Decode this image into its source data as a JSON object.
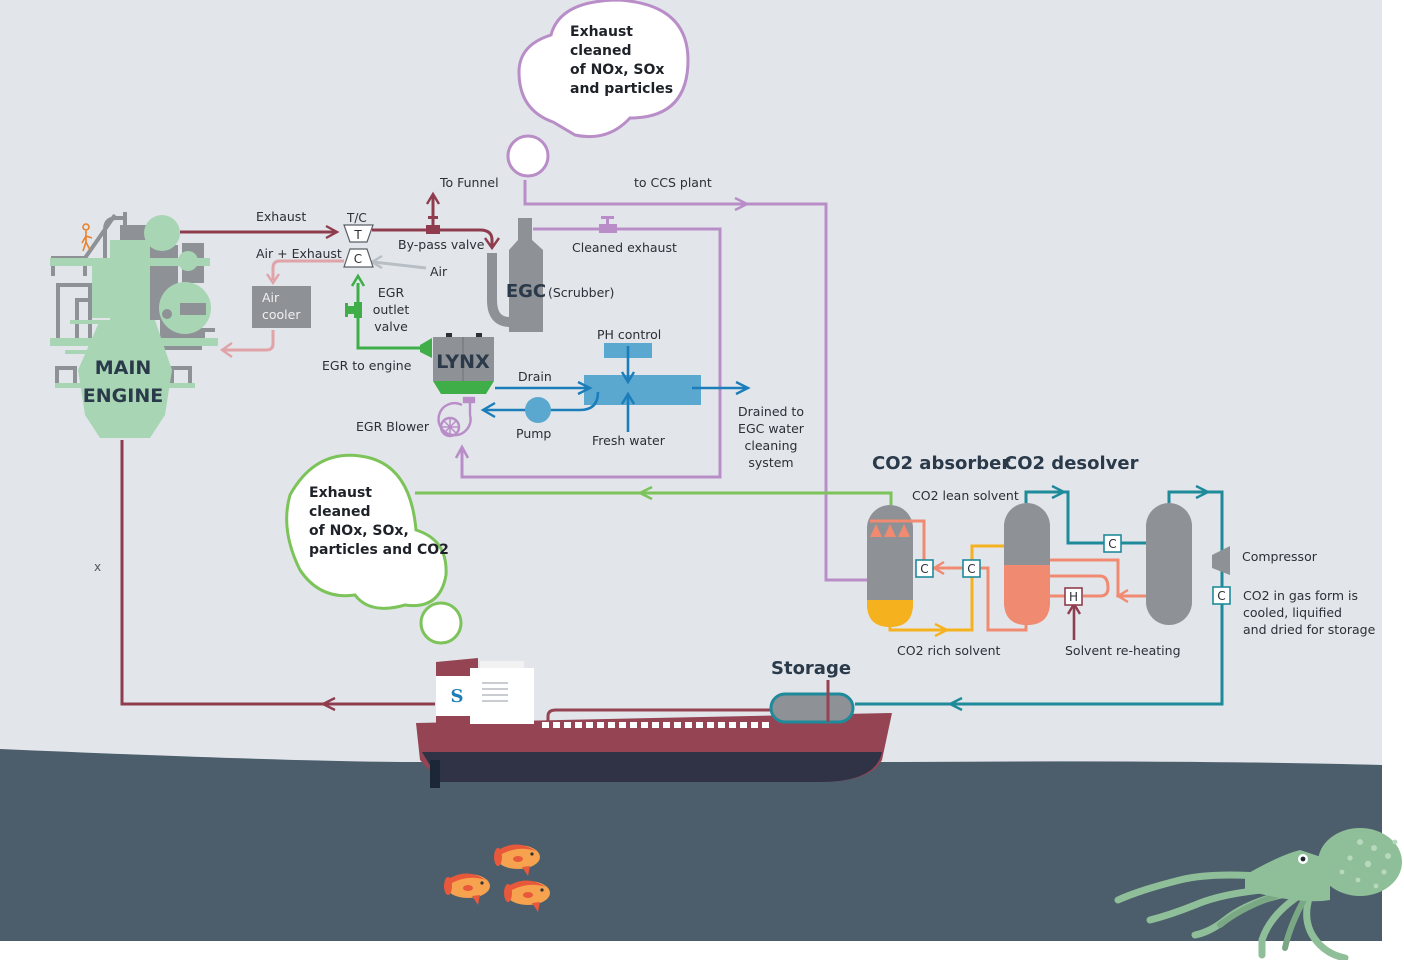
{
  "colors": {
    "background": "#e2e6eb",
    "sea": "#4c5d6c",
    "exhaust": "#8f3d4e",
    "air_exhaust": "#e0a3a8",
    "air": "#b7bec4",
    "egr": "#3fae49",
    "cleaned": "#b98dc7",
    "water": "#1b7db9",
    "water_tank": "#5aa8d0",
    "co2_gas": "#1f8a9a",
    "lean_solvent": "#f08a70",
    "rich_solvent": "#f5b21e",
    "equipment": "#8e9196",
    "engine": "#a8d6b4",
    "ship_hull": "#954453"
  },
  "engine": {
    "label_line1": "MAIN",
    "label_line2": "ENGINE"
  },
  "labels": {
    "exhaust": "Exhaust",
    "tc": "T/C",
    "turbine": "T",
    "compressor_c": "C",
    "air_exhaust": "Air + Exhaust",
    "air": "Air",
    "air_cooler_1": "Air",
    "air_cooler_2": "cooler",
    "to_funnel": "To Funnel",
    "bypass_valve": "By-pass valve",
    "egr_outlet_1": "EGR",
    "egr_outlet_2": "outlet",
    "egr_outlet_3": "valve",
    "egr_to_engine": "EGR to engine",
    "lynx": "LYNX",
    "egr_blower": "EGR Blower",
    "egc": "EGC",
    "scrubber": "(Scrubber)",
    "to_ccs": "to CCS plant",
    "cleaned_exhaust": "Cleaned exhaust",
    "ph_control": "PH control",
    "drain": "Drain",
    "pump": "Pump",
    "fresh_water": "Fresh water",
    "drained_1": "Drained to",
    "drained_2": "EGC water",
    "drained_3": "cleaning",
    "drained_4": "system",
    "co2_absorber": "CO2 absorber",
    "co2_desolver": "CO2 desolver",
    "lean_solvent": "CO2 lean solvent",
    "rich_solvent": "CO2 rich solvent",
    "solvent_reheating": "Solvent re-heating",
    "cooler_c": "C",
    "heater_h": "H",
    "compressor": "Compressor",
    "co2_gas_1": "CO2 in gas form is",
    "co2_gas_2": "cooled, liquified",
    "co2_gas_3": "and dried for storage",
    "storage": "Storage",
    "stray_x": "x"
  },
  "bubbles": {
    "top": [
      "Exhaust",
      "cleaned",
      "of NOx, SOx",
      "and particles"
    ],
    "bottom": [
      "Exhaust",
      "cleaned",
      "of NOx, SOx,",
      "particles and CO2"
    ]
  }
}
